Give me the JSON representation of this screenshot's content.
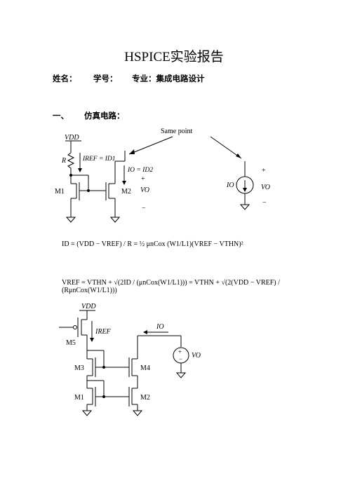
{
  "document": {
    "title": "HSPICE实验报告",
    "meta": {
      "name_label": "姓名：",
      "id_label": "学号：",
      "major_label": "专业：集成电路设计"
    },
    "section1": {
      "number": "一、",
      "heading": "仿真电路："
    }
  },
  "figure1": {
    "vdd": "VDD",
    "r": "R",
    "iref_eq": "IREF = ID1",
    "io_eq": "IO = ID2",
    "m1": "M1",
    "m2": "M2",
    "plus": "+",
    "minus": "−",
    "vo": "VO",
    "same_point": "Same point",
    "io": "IO"
  },
  "equations": {
    "eq1": "ID = (VDD − VREF) / R = ½ μnCox (W1/L1)(VREF − VTHN)²",
    "eq2": "VREF = VTHN + √(2ID / (μnCox(W1/L1))) = VTHN + √(2(VDD − VREF) / (RμnCox(W1/L1)))"
  },
  "figure2": {
    "vdd": "VDD",
    "iref": "IREF",
    "io": "IO",
    "vo": "VO",
    "m1": "M1",
    "m2": "M2",
    "m3": "M3",
    "m4": "M4",
    "m5": "M5"
  }
}
